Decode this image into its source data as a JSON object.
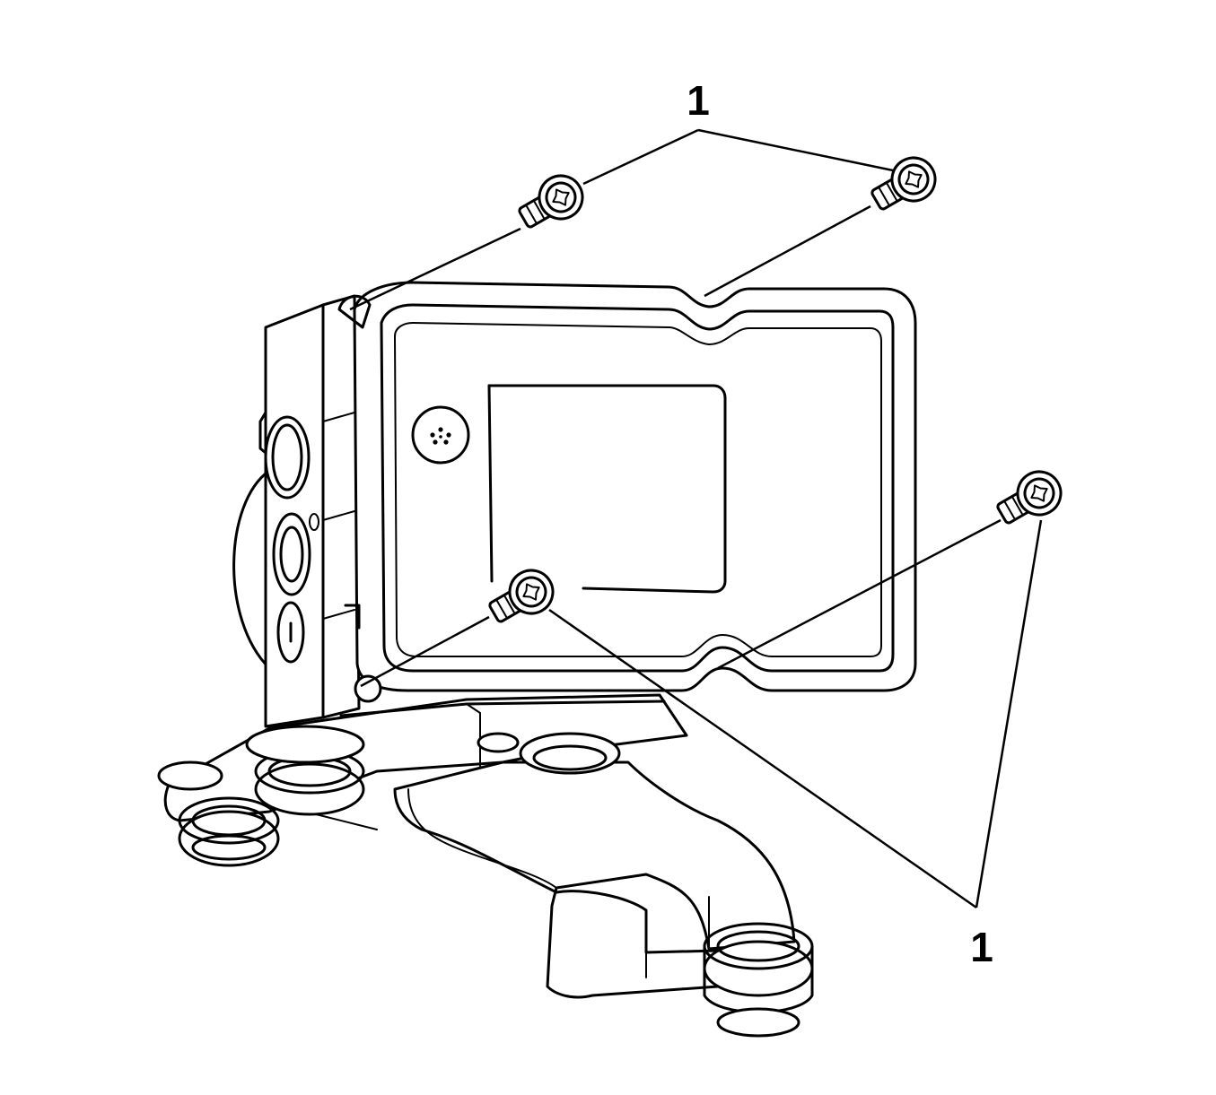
{
  "diagram": {
    "callouts": [
      {
        "id": "top",
        "label": "1"
      },
      {
        "id": "bottom",
        "label": "1"
      }
    ],
    "parts": [
      "bolt",
      "bolt",
      "bolt",
      "bolt",
      "control-module",
      "hydraulic-block",
      "pump-motor",
      "mounting-bracket",
      "isolator-grommet"
    ]
  }
}
